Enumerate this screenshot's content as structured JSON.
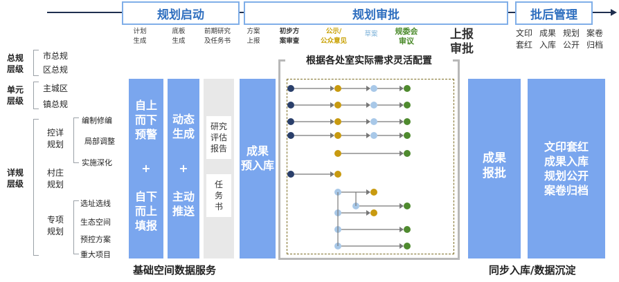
{
  "phases": [
    {
      "label": "规划启动"
    },
    {
      "label": "规划审批"
    },
    {
      "label": "批后管理"
    }
  ],
  "sub_steps": [
    {
      "label": "计划\n生成",
      "color": "#333333"
    },
    {
      "label": "底板\n生成",
      "color": "#333333"
    },
    {
      "label": "前期研究\n及任务书",
      "color": "#333333"
    },
    {
      "label": "方案\n上报",
      "color": "#333333"
    },
    {
      "label": "初步方\n案审查",
      "color": "#333333"
    },
    {
      "label": "公示/\n公众意见",
      "color": "#c8a000"
    },
    {
      "label": "草案",
      "color": "#7ab0d8"
    },
    {
      "label": "规委会\n审议",
      "color": "#4a8a2a"
    }
  ],
  "shangbao_label": "上报\n审批",
  "post_steps": [
    "文印\n套红",
    "成果\n入库",
    "规划\n公开",
    "案卷\n归档"
  ],
  "levels": {
    "zonggui": {
      "label": "总规\n层级",
      "items": [
        "市总规",
        "区总规"
      ]
    },
    "danyuan": {
      "label": "单元\n层级",
      "items": [
        "主城区",
        "镇总规"
      ]
    },
    "xianggui": {
      "label": "详规\n层级",
      "kongxiang": {
        "label": "控详\n规划",
        "items": [
          "编制修编",
          "局部调整",
          "实施深化"
        ]
      },
      "cunzhuang": {
        "label": "村庄\n规划"
      },
      "zhuanxiang": {
        "label": "专项\n规划",
        "items": [
          "选址选线",
          "生态空间",
          "预控方案",
          "重大项目"
        ]
      }
    }
  },
  "columns": {
    "col1_top": "自上\n而下\n预警",
    "col1_plus": "+",
    "col1_bottom": "自下\n而上\n填报",
    "col2_top": "动态\n生成",
    "col2_plus": "+",
    "col2_bottom": "主动\n推送",
    "col3_top": "研究\n评估\n报告",
    "col3_bottom": "任\n务\n书",
    "col4": "成果\n预入库",
    "flow_title": "根据各处室实际需求灵活配置",
    "col6": "成果\n报批",
    "col7": "文印套红\n成果入库\n规划公开\n案卷归档"
  },
  "footer_left": "基础空间数据服务",
  "footer_right": "同步入库/数据沉淀",
  "colors": {
    "phase_border": "#7faee8",
    "phase_text": "#2f6fbf",
    "column_blue": "#7aa6ee",
    "node_dark": "#2a3f6a",
    "node_gold": "#c89a10",
    "node_light": "#a8c8e8",
    "node_green": "#4f8a2f",
    "dashed_border": "#7a6a20"
  },
  "flow_rows": [
    {
      "nodes": [
        "dark",
        "gold",
        "light",
        "green"
      ]
    },
    {
      "nodes": [
        "dark",
        "gold",
        "light",
        "green"
      ]
    },
    {
      "nodes": [
        "dark",
        "gold",
        "light",
        "green"
      ]
    },
    {
      "nodes": [
        "dark",
        "gold",
        "light",
        "green"
      ]
    },
    {
      "nodes": [
        "gold",
        "green"
      ]
    },
    {
      "nodes": [
        "dark",
        "gold"
      ]
    },
    {
      "nodes": [
        "light",
        "gold"
      ]
    },
    {
      "nodes": [
        "light",
        "green"
      ]
    },
    {
      "nodes": [
        "light",
        "gold"
      ]
    },
    {
      "nodes": [
        "light",
        "green"
      ]
    },
    {
      "nodes": [
        "light",
        "green"
      ]
    }
  ]
}
